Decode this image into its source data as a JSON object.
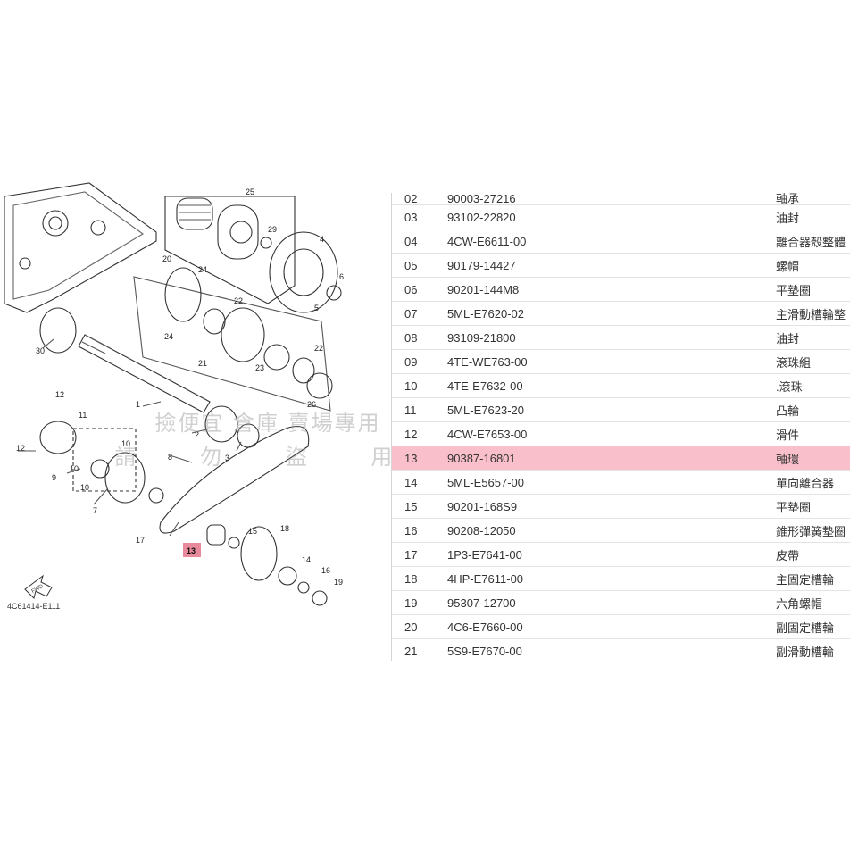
{
  "diagram": {
    "code": "4C61414-E111",
    "fwd_label": "FWD",
    "highlighted_callout": "13",
    "callouts": [
      "1",
      "2",
      "3",
      "4",
      "5",
      "6",
      "7",
      "8",
      "9",
      "10",
      "10",
      "10",
      "11",
      "12",
      "12",
      "14",
      "15",
      "16",
      "17",
      "18",
      "19",
      "20",
      "21",
      "22",
      "22",
      "23",
      "24",
      "24",
      "25",
      "26",
      "29",
      "30"
    ]
  },
  "watermark": {
    "line1": "撿便宜 倉庫 賣場專用",
    "line2": "請 勿 盜 用"
  },
  "colors": {
    "highlight_row": "#f9c0cb",
    "callout_box": "#e88a9c"
  },
  "parts": [
    {
      "no": "02",
      "part": "90003-27216",
      "name": "軸承"
    },
    {
      "no": "03",
      "part": "93102-22820",
      "name": "油封"
    },
    {
      "no": "04",
      "part": "4CW-E6611-00",
      "name": "離合器殼整體"
    },
    {
      "no": "05",
      "part": "90179-14427",
      "name": "螺帽"
    },
    {
      "no": "06",
      "part": "90201-144M8",
      "name": "平墊圈"
    },
    {
      "no": "07",
      "part": "5ML-E7620-02",
      "name": "主滑動槽輪整"
    },
    {
      "no": "08",
      "part": "93109-21800",
      "name": "油封"
    },
    {
      "no": "09",
      "part": "4TE-WE763-00",
      "name": "滾珠組"
    },
    {
      "no": "10",
      "part": "4TE-E7632-00",
      "name": ".滾珠"
    },
    {
      "no": "11",
      "part": "5ML-E7623-20",
      "name": "凸輪"
    },
    {
      "no": "12",
      "part": "4CW-E7653-00",
      "name": "滑件"
    },
    {
      "no": "13",
      "part": "90387-16801",
      "name": "軸環"
    },
    {
      "no": "14",
      "part": "5ML-E5657-00",
      "name": "單向離合器"
    },
    {
      "no": "15",
      "part": "90201-168S9",
      "name": "平墊圈"
    },
    {
      "no": "16",
      "part": "90208-12050",
      "name": "錐形彈簧墊圈"
    },
    {
      "no": "17",
      "part": "1P3-E7641-00",
      "name": "皮帶"
    },
    {
      "no": "18",
      "part": "4HP-E7611-00",
      "name": "主固定槽輪"
    },
    {
      "no": "19",
      "part": "95307-12700",
      "name": "六角螺帽"
    },
    {
      "no": "20",
      "part": "4C6-E7660-00",
      "name": "副固定槽輪"
    },
    {
      "no": "21",
      "part": "5S9-E7670-00",
      "name": "副滑動槽輪"
    }
  ]
}
